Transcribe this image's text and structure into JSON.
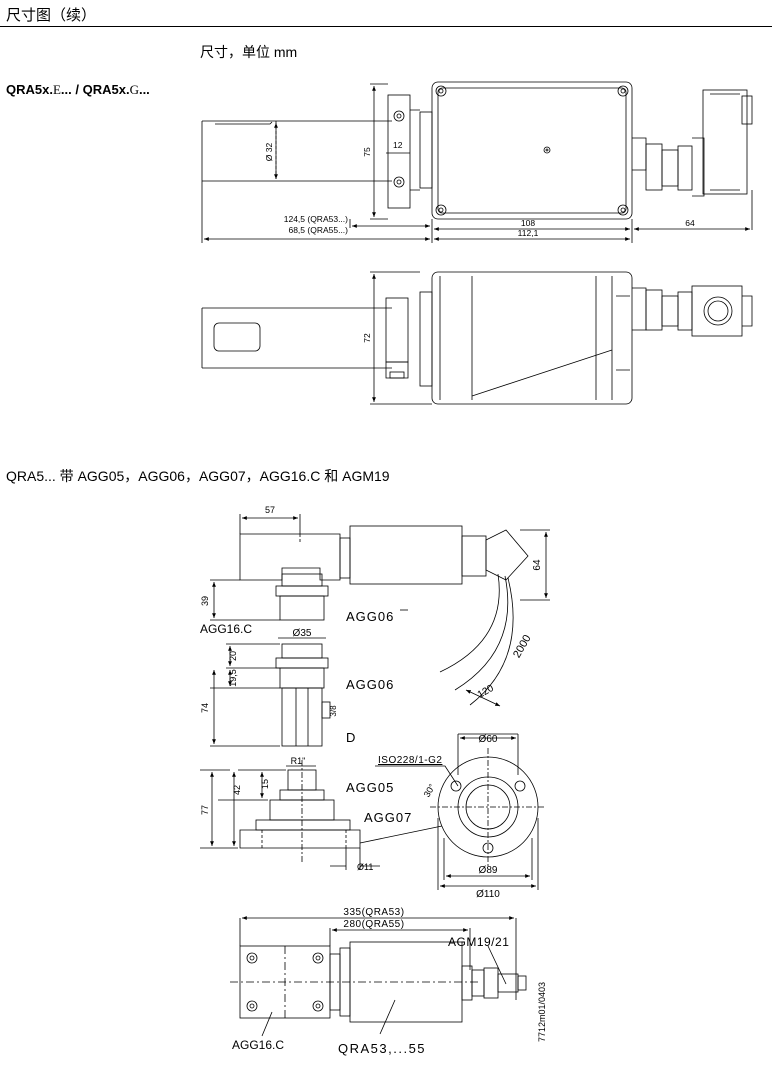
{
  "header": {
    "title": "尺寸图（续）"
  },
  "section1": {
    "subtitle": "尺寸，单位 mm",
    "model_prefix_1": "QRA5x.",
    "model_letter_1": "E",
    "model_mid": "... / QRA5x.",
    "model_letter_2": "G",
    "model_suffix": "...",
    "dims": {
      "d32": "Ø 32",
      "d75": "75",
      "d12": "12",
      "d124": "124,5 (QRA53...)",
      "d68": "68,5 (QRA55...)",
      "d108": "108",
      "d112": "112,1",
      "d64": "64",
      "d72": "72"
    }
  },
  "section2": {
    "title": "QRA5... 带 AGG05，AGG06，AGG07，AGG16.C 和 AGM19",
    "labels": {
      "d57": "57",
      "d39": "39",
      "agg16c_a": "AGG16.C",
      "agg06_a": "AGG06",
      "d35": "Ø35",
      "d20": "20",
      "d195": "19,5",
      "agg06_b": "AGG06",
      "d74": "74",
      "d38": "3/8",
      "D": "D",
      "r1": "R1\"",
      "d15": "15",
      "d42": "42",
      "d77": "77",
      "agg05": "AGG05",
      "agg07": "AGG07",
      "d11": "Ø11",
      "d64b": "64",
      "d2000": "2000",
      "d120": "120",
      "d60": "Ø60",
      "iso": "ISO228/1-G2",
      "d30": "30°",
      "d89": "Ø89",
      "d110": "Ø110",
      "d335": "335(QRA53)",
      "d280": "280(QRA55)",
      "agm19": "AGM19/21",
      "agg16c_b": "AGG16.C",
      "qra53": "QRA53,...55",
      "docnum": "7712m01/0403"
    }
  }
}
